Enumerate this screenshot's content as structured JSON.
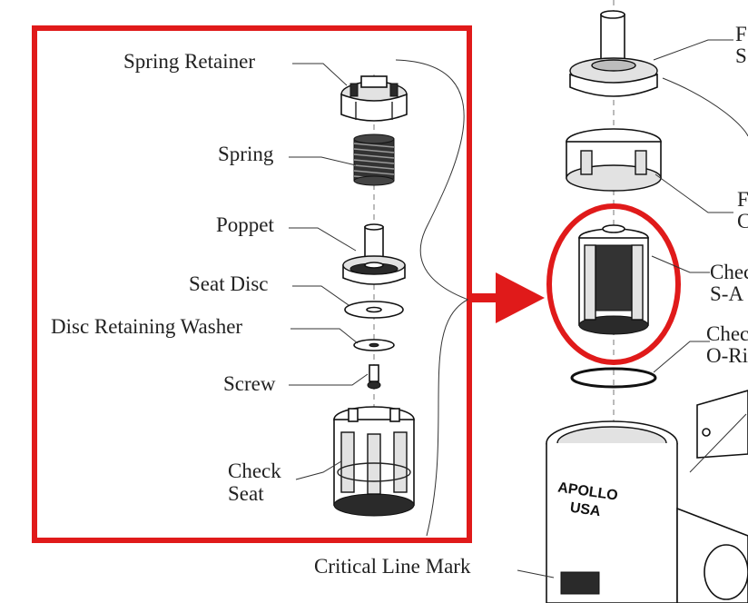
{
  "callout_box": {
    "color": "#e01a1a"
  },
  "labels": {
    "spring_retainer": "Spring Retainer",
    "spring": "Spring",
    "poppet": "Poppet",
    "seat_disc": "Seat Disc",
    "disc_retaining_washer": "Disc Retaining Washer",
    "screw": "Screw",
    "check_seat_line1": "Check",
    "check_seat_line2": "Seat",
    "critical_line_mark": "Critical Line Mark",
    "right_top_1a": "F",
    "right_top_1b": "S",
    "right_mid_2a": "F",
    "right_mid_2b": "C",
    "right_check_a": "Chec",
    "right_check_b": "S-A",
    "right_oring_a": "Chec",
    "right_oring_b": "O-Ri",
    "valve_brand_line1": "APOLLO",
    "valve_brand_line2": "USA"
  }
}
